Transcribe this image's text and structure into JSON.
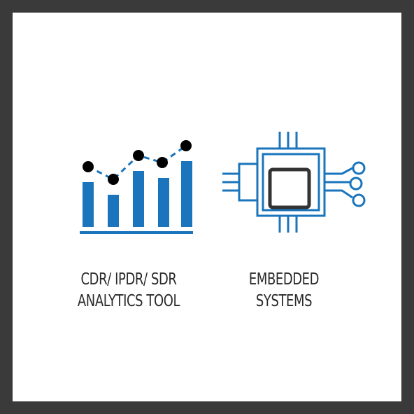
{
  "colors": {
    "frame": "#3a3a3a",
    "background": "#ffffff",
    "accent_blue": "#1a75bc",
    "dark_gray": "#333333",
    "text": "#2a2a2a"
  },
  "items": [
    {
      "icon": "bar-chart-with-trend-line-icon",
      "caption_line1": "CDR/ IPDR/ SDR",
      "caption_line2": "ANALYTICS TOOL"
    },
    {
      "icon": "microchip-circuit-icon",
      "caption_line1": "EMBEDDED",
      "caption_line2": "SYSTEMS"
    }
  ]
}
